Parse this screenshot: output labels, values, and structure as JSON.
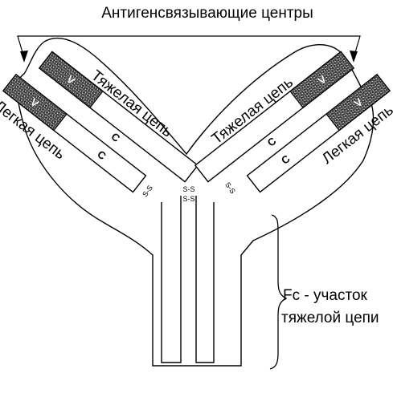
{
  "title": "Антигенсвязывающие центры",
  "heavy_chain_label": "Тяжелая цепь",
  "light_chain_label": "Легкая цепь",
  "variable_region": "V",
  "constant_region": "C",
  "disulfide_bond": "S-S",
  "fc_label_line1": "Fc - участок",
  "fc_label_line2": "тяжелой цепи",
  "colors": {
    "line": "#000000",
    "background": "#ffffff"
  }
}
